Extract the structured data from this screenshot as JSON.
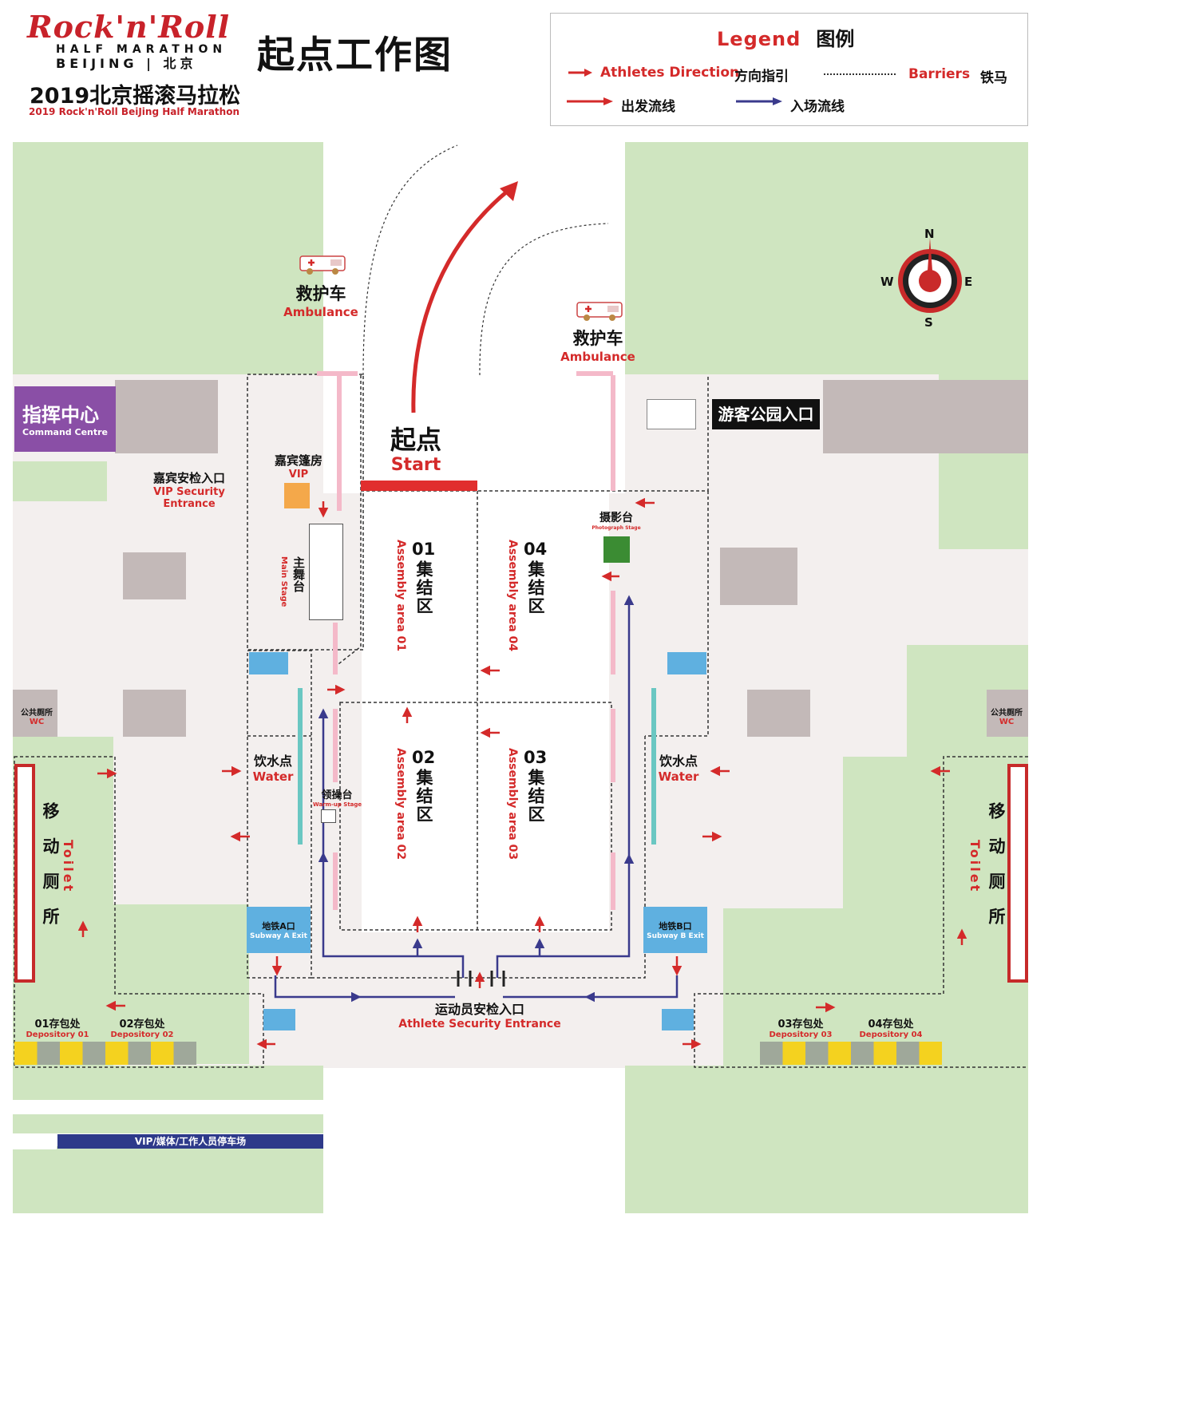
{
  "header": {
    "logo_top": "Rock'n'Roll",
    "logo_mid": "HALF MARATHON",
    "logo_city": "BEIJING | 北京",
    "event_cn": "2019北京摇滚马拉松",
    "event_en": "2019 Rock'n'Roll BeiJing Half Marathon",
    "page_title": "起点工作图"
  },
  "legend": {
    "title_en": "Legend",
    "title_cn": "图例",
    "items": [
      {
        "en": "Athletes Direction",
        "cn": "方向指引"
      },
      {
        "en": "Barriers",
        "cn": "铁马"
      },
      {
        "cn": "出发流线"
      },
      {
        "cn": "入场流线"
      }
    ]
  },
  "compass": {
    "n": "N",
    "s": "S",
    "e": "E",
    "w": "W"
  },
  "colors": {
    "grass": "#cfe5c0",
    "plaza": "#f3efee",
    "building": "#c3b9b8",
    "red": "#d42a2a",
    "blue_flow": "#3a3a8c",
    "command_purple": "#8a4fa6",
    "subway_blue": "#5fb0e0",
    "yellow": "#f4d21f"
  },
  "map": {
    "ambulance_left": {
      "cn": "救护车",
      "en": "Ambulance"
    },
    "ambulance_right": {
      "cn": "救护车",
      "en": "Ambulance"
    },
    "start": {
      "cn": "起点",
      "en": "Start"
    },
    "command": {
      "cn": "指挥中心",
      "en": "Command Centre"
    },
    "visitor_entrance": "游客公园入口",
    "vip_tent": {
      "cn": "嘉宾篷房",
      "en": "VIP"
    },
    "vip_entrance": {
      "cn": "嘉宾安检入口",
      "en1": "VIP Security",
      "en2": "Entrance"
    },
    "main_stage": {
      "cn": "主舞台",
      "en": "Main Stage"
    },
    "photo_stage": {
      "cn": "摄影台",
      "en": "Photograph Stage"
    },
    "warmup": {
      "cn": "领操台",
      "en": "Warm-up Stage"
    },
    "water_left": {
      "cn": "饮水点",
      "en": "Water"
    },
    "water_right": {
      "cn": "饮水点",
      "en": "Water"
    },
    "wc_left": {
      "cn": "公共厕所",
      "en": "WC"
    },
    "wc_right": {
      "cn": "公共厕所",
      "en": "WC"
    },
    "toilet_left": {
      "cn": "移动厕所",
      "en": "Toilet"
    },
    "toilet_right": {
      "cn": "移动厕所",
      "en": "Toilet"
    },
    "subway_a": {
      "cn": "地铁A口",
      "en": "Subway A Exit"
    },
    "subway_b": {
      "cn": "地铁B口",
      "en": "Subway B Exit"
    },
    "athlete_entrance": {
      "cn": "运动员安检入口",
      "en": "Athlete Security Entrance"
    },
    "parking": "VIP/媒体/工作人员停车场",
    "assembly": [
      {
        "num": "01",
        "cn": "集结区",
        "en": "Assembly area 01"
      },
      {
        "num": "02",
        "cn": "集结区",
        "en": "Assembly area 02"
      },
      {
        "num": "03",
        "cn": "集结区",
        "en": "Assembly area 03"
      },
      {
        "num": "04",
        "cn": "集结区",
        "en": "Assembly area 04"
      }
    ],
    "depository": [
      {
        "cn": "01存包处",
        "en": "Depository 01"
      },
      {
        "cn": "02存包处",
        "en": "Depository 02"
      },
      {
        "cn": "03存包处",
        "en": "Depository 03"
      },
      {
        "cn": "04存包处",
        "en": "Depository 04"
      }
    ]
  }
}
